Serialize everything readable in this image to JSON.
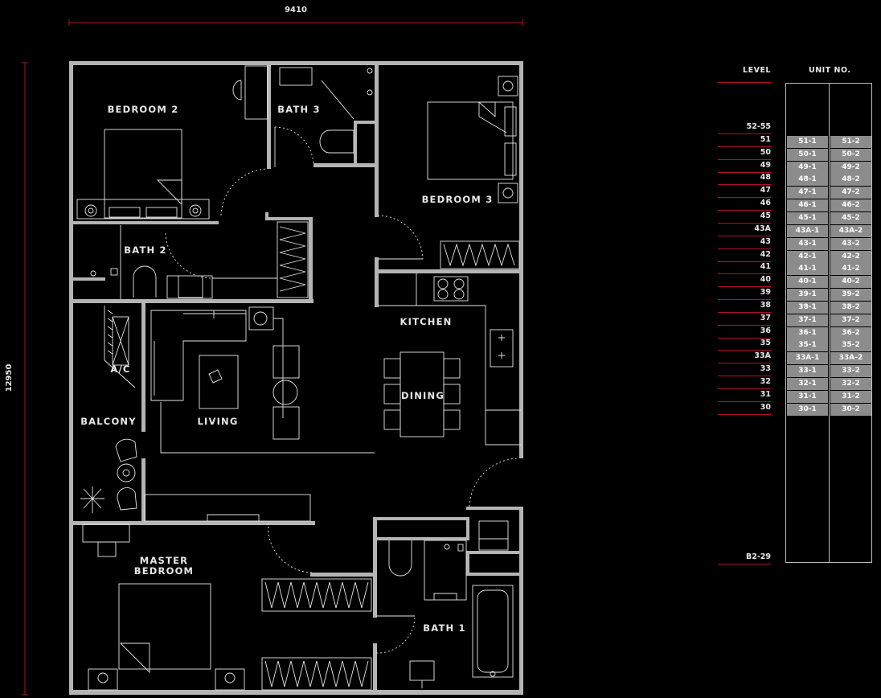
{
  "dimensions": {
    "width_label": "9410",
    "height_label": "12950"
  },
  "rooms": {
    "bedroom2": "BEDROOM 2",
    "bath3": "BATH 3",
    "bedroom3": "BEDROOM 3",
    "bath2": "BATH 2",
    "kitchen": "KITCHEN",
    "ac": "A/C",
    "dining": "DINING",
    "balcony": "BALCONY",
    "living": "LIVING",
    "master1": "MASTER",
    "master2": "BEDROOM",
    "bath1": "BATH 1"
  },
  "table": {
    "level_header": "LEVEL",
    "unit_header": "UNIT NO.",
    "levels": [
      "52-55",
      "51",
      "50",
      "49",
      "48",
      "47",
      "46",
      "45",
      "43A",
      "43",
      "42",
      "41",
      "40",
      "39",
      "38",
      "37",
      "36",
      "35",
      "33A",
      "33",
      "32",
      "31",
      "30"
    ],
    "highlighted": [
      [
        "51-1",
        "51-2"
      ],
      [
        "50-1",
        "50-2"
      ],
      [
        "49-1",
        "49-2"
      ],
      [
        "48-1",
        "48-2"
      ],
      [
        "47-1",
        "47-2"
      ],
      [
        "46-1",
        "46-2"
      ],
      [
        "45-1",
        "45-2"
      ],
      [
        "43A-1",
        "43A-2"
      ],
      [
        "43-1",
        "43-2"
      ],
      [
        "42-1",
        "42-2"
      ],
      [
        "41-1",
        "41-2"
      ],
      [
        "40-1",
        "40-2"
      ],
      [
        "39-1",
        "39-2"
      ],
      [
        "38-1",
        "38-2"
      ],
      [
        "37-1",
        "37-2"
      ],
      [
        "36-1",
        "36-2"
      ],
      [
        "35-1",
        "35-2"
      ],
      [
        "33A-1",
        "33A-2"
      ],
      [
        "33-1",
        "33-2"
      ],
      [
        "32-1",
        "32-2"
      ],
      [
        "31-1",
        "31-2"
      ],
      [
        "30-1",
        "30-2"
      ]
    ],
    "bottom_level": "B2-29"
  }
}
